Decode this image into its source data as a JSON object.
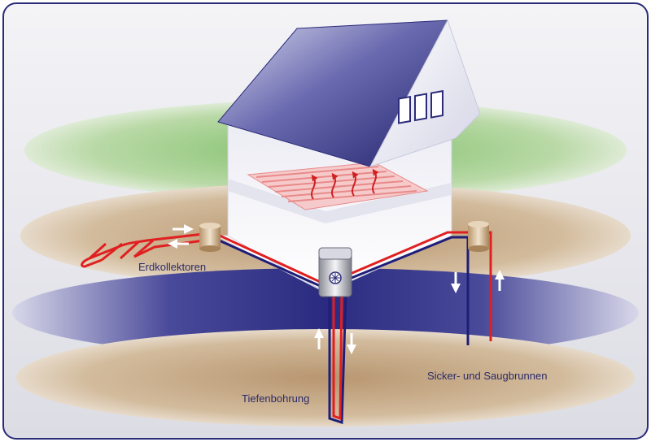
{
  "labels": {
    "ground_collectors": "Erdkollektoren",
    "deep_drilling": "Tiefenbohrung",
    "wells": "Sicker- und Saugbrunnen"
  },
  "colors": {
    "frame_border": "#2b2b7a",
    "background": "#e6e6ec",
    "grass": "#8fc27a",
    "soil": "#c8ab86",
    "groundwater": "#35358c",
    "roof": "#2f2f7e",
    "house_wall": "#ffffff",
    "floor_heating": "#e88a8a",
    "pipe_hot": "#e02020",
    "pipe_cold": "#1e1e78",
    "label_text": "#2a2a6a"
  },
  "icons": {
    "heat_pump": "heat-pump-unit-icon",
    "arrows": "flow-arrow-icon"
  }
}
